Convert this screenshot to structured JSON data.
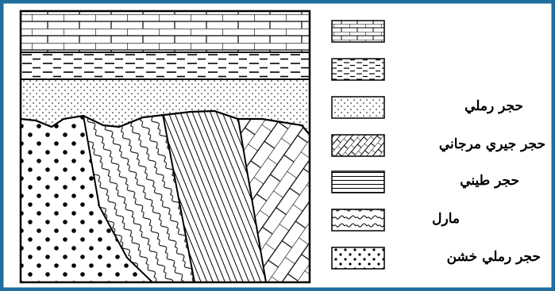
{
  "colors": {
    "frame": "#1f6f9e",
    "ink": "#000000",
    "paper": "#ffffff"
  },
  "legend": {
    "items": [
      {
        "key": "limestone",
        "pattern": "brick",
        "label": ""
      },
      {
        "key": "shale",
        "pattern": "dashes",
        "label": ""
      },
      {
        "key": "sandstone",
        "pattern": "fine-dots",
        "label": "حجر رملي"
      },
      {
        "key": "coral-limestone",
        "pattern": "chevron-brick",
        "label": "حجر جيري مرجاني"
      },
      {
        "key": "claystone",
        "pattern": "horizontal-lines",
        "label": "حجر طيني"
      },
      {
        "key": "marl",
        "pattern": "wavy-lines",
        "label": "مارل"
      },
      {
        "key": "coarse-sandstone",
        "pattern": "coarse-dots",
        "label": "حجر رملي خشن"
      }
    ]
  }
}
